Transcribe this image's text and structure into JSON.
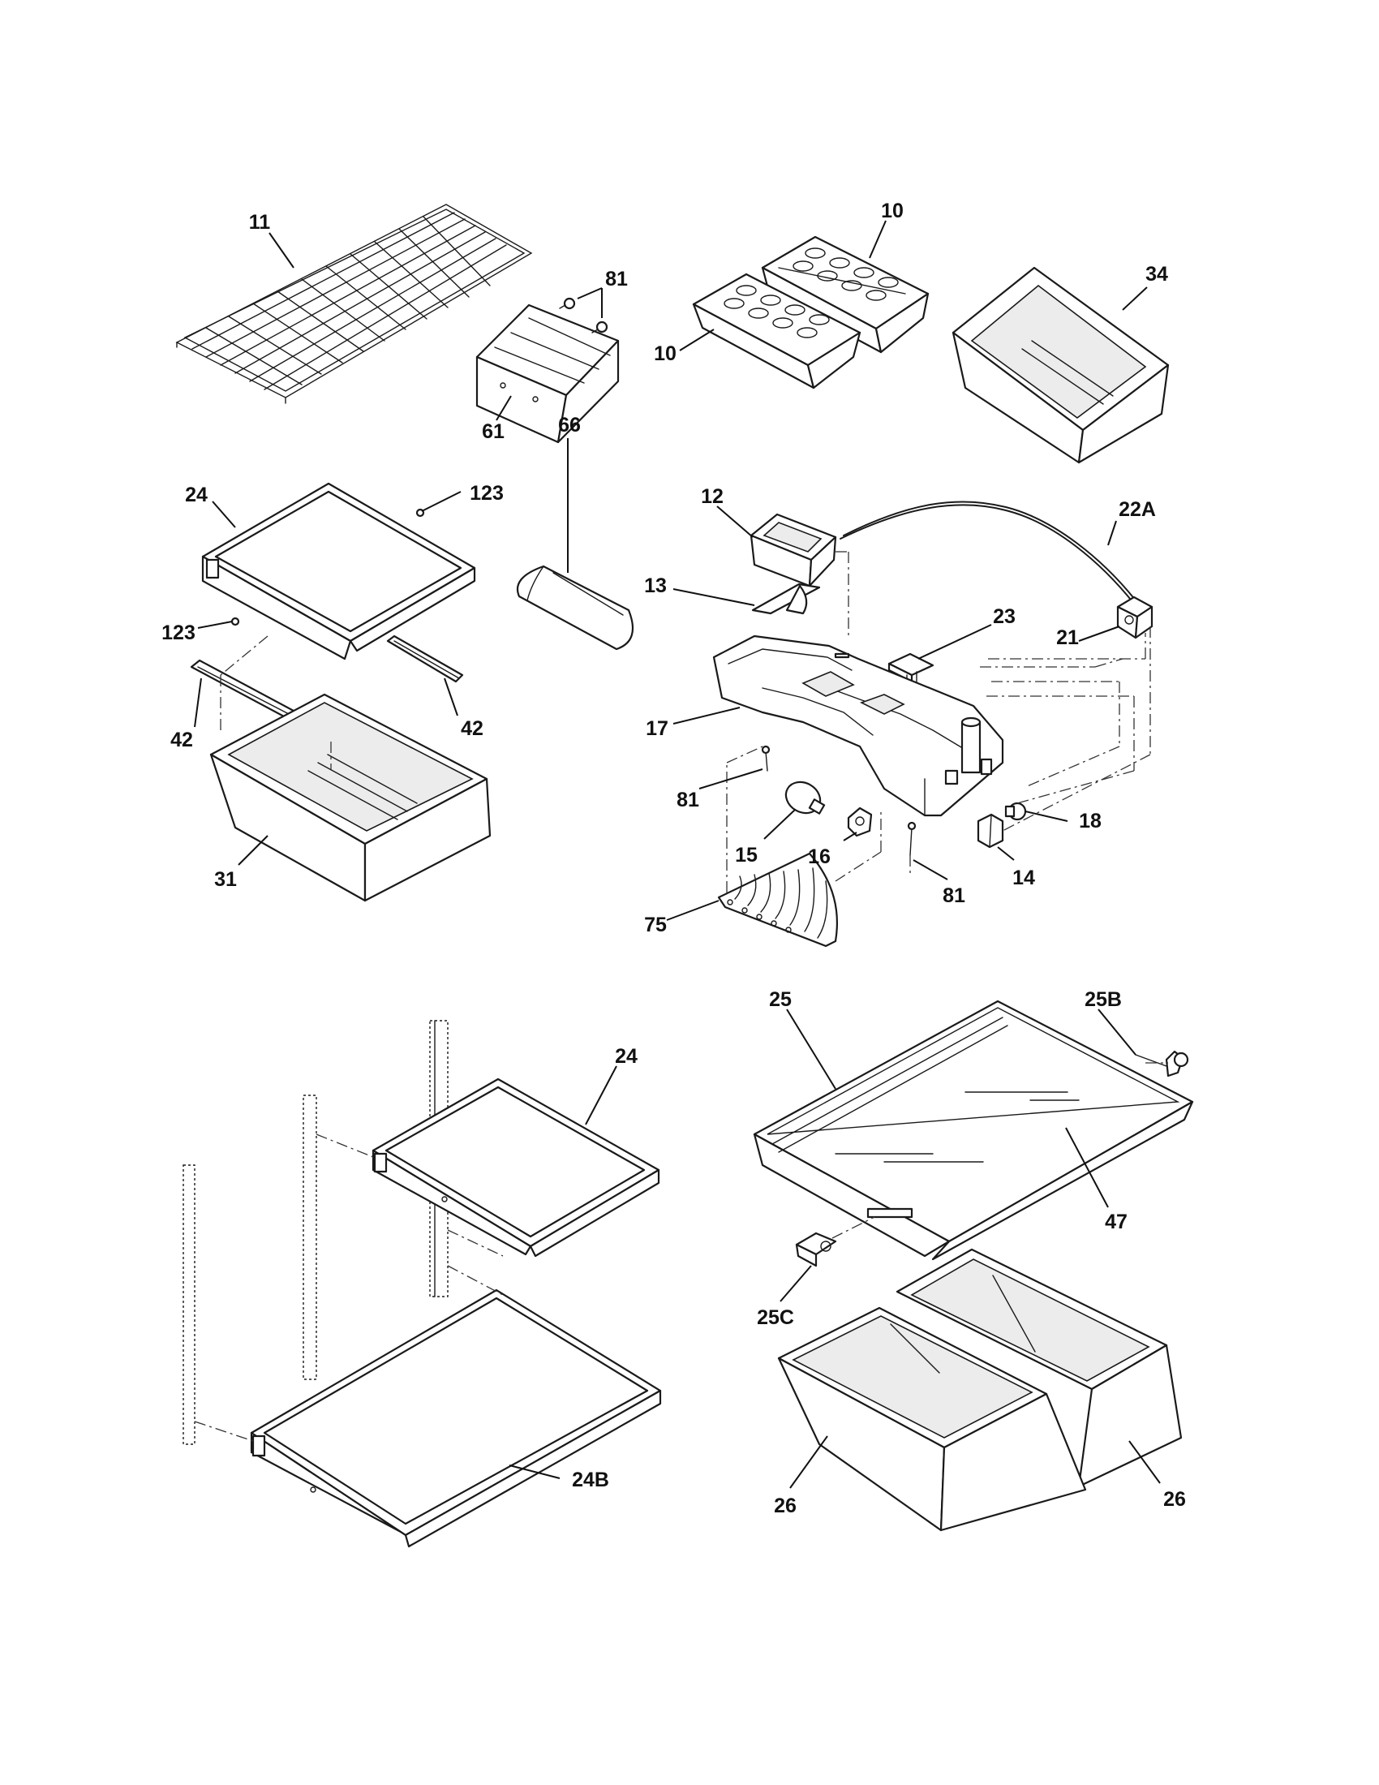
{
  "callouts": {
    "c_11": "11",
    "c_81_a": "81",
    "c_61": "61",
    "c_10_a": "10",
    "c_10_b": "10",
    "c_34": "34",
    "c_24_a": "24",
    "c_123_a": "123",
    "c_123_b": "123",
    "c_66": "66",
    "c_42_a": "42",
    "c_42_b": "42",
    "c_31": "31",
    "c_12": "12",
    "c_22A": "22A",
    "c_13": "13",
    "c_23": "23",
    "c_21": "21",
    "c_17": "17",
    "c_81_b": "81",
    "c_18": "18",
    "c_15": "15",
    "c_16": "16",
    "c_14": "14",
    "c_81_c": "81",
    "c_75": "75",
    "c_25": "25",
    "c_25B": "25B",
    "c_24_b": "24",
    "c_47": "47",
    "c_25C": "25C",
    "c_24B": "24B",
    "c_26_a": "26",
    "c_26_b": "26"
  }
}
